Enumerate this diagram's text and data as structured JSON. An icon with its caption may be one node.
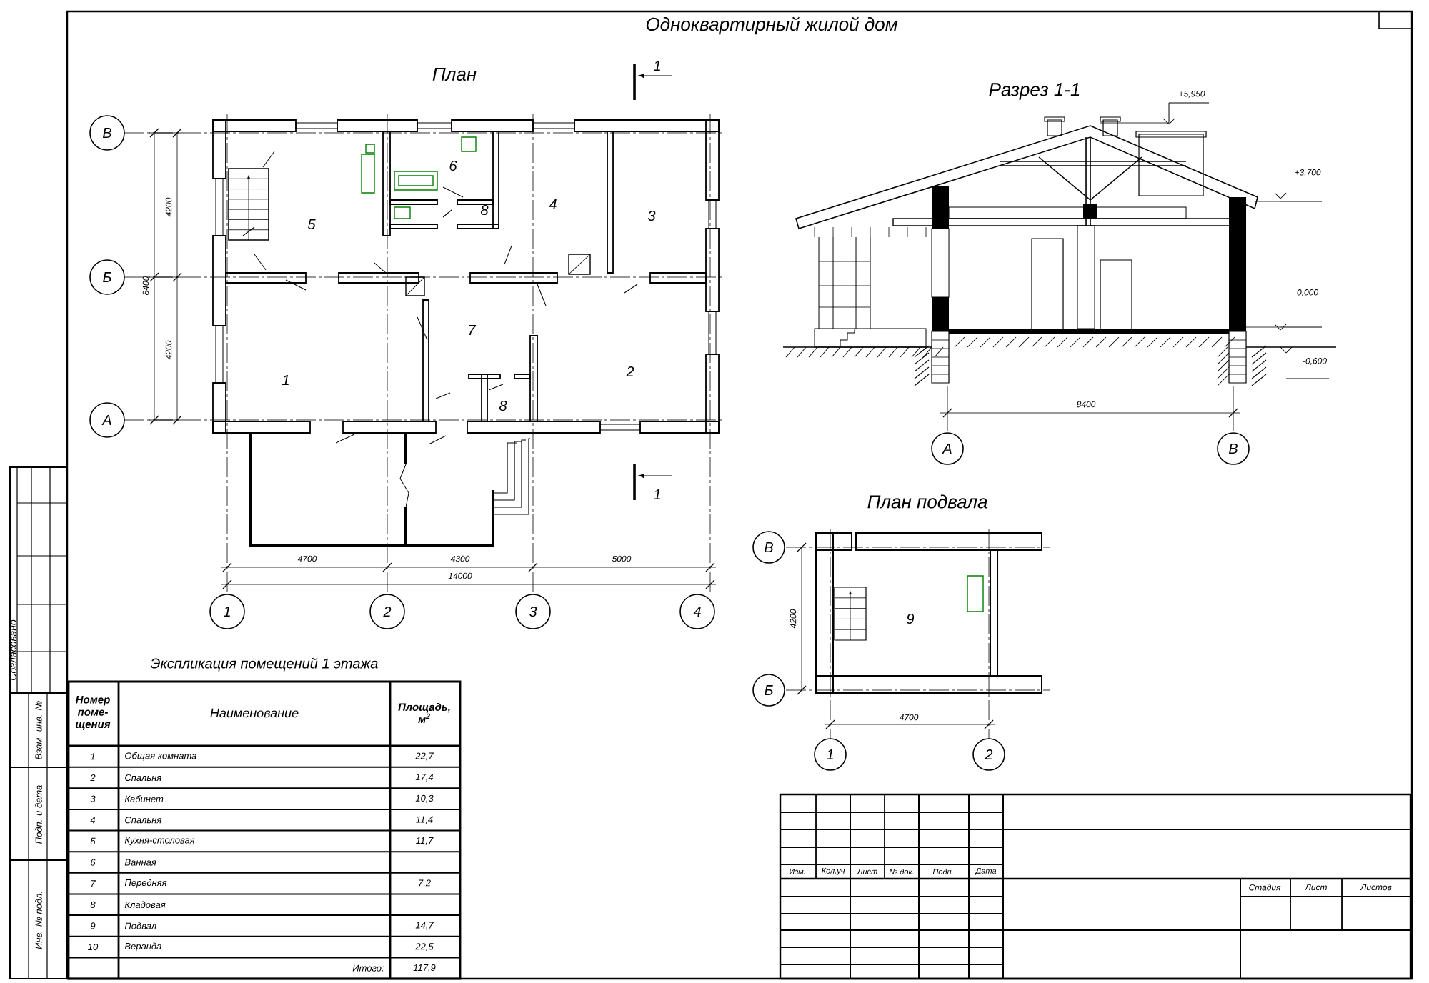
{
  "diagram": {
    "title": "Одноквартирный жилой дом",
    "nodes": [
      {
        "text": [
          "В"
        ]
      },
      {
        "text": [
          "Б"
        ]
      },
      {
        "text": [
          "А"
        ]
      },
      {
        "text": [
          "1"
        ]
      },
      {
        "text": [
          "2"
        ]
      },
      {
        "text": [
          "3"
        ]
      },
      {
        "text": [
          "4"
        ]
      },
      {
        "text": [
          "А"
        ]
      },
      {
        "text": [
          "В"
        ]
      },
      {
        "text": [
          "В"
        ]
      },
      {
        "text": [
          "Б"
        ]
      },
      {
        "text": [
          "1"
        ]
      },
      {
        "text": [
          "2"
        ]
      }
    ],
    "labels": [
      "План",
      "1",
      "Разрез 1-1",
      "+5,950",
      "+3,700",
      "0,000",
      "-0,600",
      "4200",
      "8400",
      "4200",
      "5",
      "6",
      "8",
      "4",
      "3",
      "1",
      "7",
      "8",
      "2",
      "1",
      "4700",
      "4300",
      "5000",
      "14000",
      "8400",
      "План подвала",
      "4200",
      "9",
      "4700",
      "Согласовано",
      "Экспликация помещений 1 этажа",
      "Номер поме- щения",
      "Наименование",
      "Площадь, м$^{2}$",
      "1",
      "Общая комната",
      "22,7",
      "2",
      "Спальня",
      "17,4",
      "3",
      "Кабинет",
      "10,3",
      "4",
      "Спальня",
      "11,4",
      "5",
      "Кухня-столовая",
      "11,7",
      "6",
      "Ванная",
      "7",
      "Передняя",
      "7,2",
      "8",
      "Кладовая",
      "9",
      "Подвал",
      "14,7",
      "10",
      "Веранда",
      "22,5",
      "Итого:",
      "117,9",
      "Взам. инв. №",
      "Подп. и дата",
      "Инв. № подл.",
      "Изм.",
      "Кол.уч",
      "Лист",
      "№ док.",
      "Подп.",
      "Дата",
      "Стадия",
      "Лист",
      "Листов"
    ]
  }
}
